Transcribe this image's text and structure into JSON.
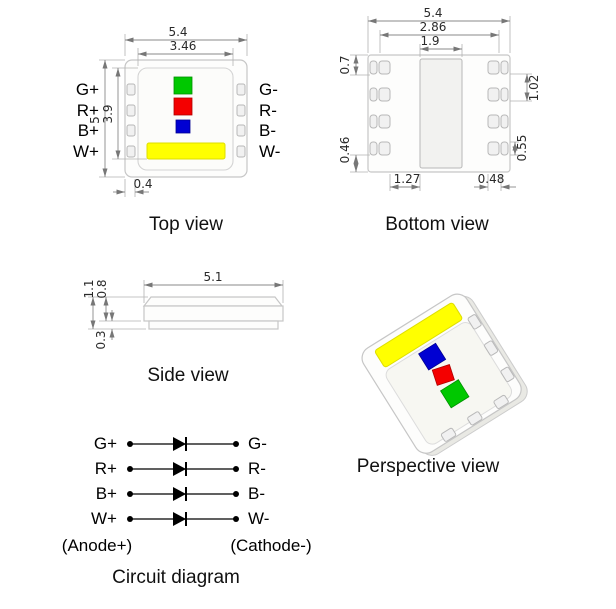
{
  "top_view": {
    "caption": "Top view",
    "dim_outer_width": "5.4",
    "dim_inner_width": "3.46",
    "dim_inner_height": "3.9",
    "dim_outer_height": "5",
    "dim_pin_width": "0.4",
    "pin_labels_left": [
      "G+",
      "R+",
      "B+",
      "W+"
    ],
    "pin_labels_right": [
      "G-",
      "R-",
      "B-",
      "W-"
    ]
  },
  "bottom_view": {
    "caption": "Bottom view",
    "dim_outer_width": "5.4",
    "dim_pad_span": "2.86",
    "dim_center_width": "1.9",
    "dim_top_clearance": "0.7",
    "dim_pad_pitch": "1.02",
    "dim_bottom_clearance": "0.46",
    "dim_pad_height": "0.55",
    "dim_center_offset": "1.27",
    "dim_pad_width": "0.48"
  },
  "side_view": {
    "caption": "Side view",
    "dim_total_height": "1.1",
    "dim_body_height": "0.8",
    "dim_width": "5.1",
    "dim_base_height": "0.3"
  },
  "perspective_view": {
    "caption": "Perspective view"
  },
  "circuit_diagram": {
    "caption": "Circuit diagram",
    "rows": [
      {
        "anode": "G+",
        "cathode": "G-"
      },
      {
        "anode": "R+",
        "cathode": "R-"
      },
      {
        "anode": "B+",
        "cathode": "B-"
      },
      {
        "anode": "W+",
        "cathode": "W-"
      }
    ],
    "anode_label": "(Anode+)",
    "cathode_label": "(Cathode-)"
  },
  "colors": {
    "green": "#00c800",
    "red": "#f40000",
    "blue": "#0000d2",
    "yellow": "#ffff00"
  }
}
